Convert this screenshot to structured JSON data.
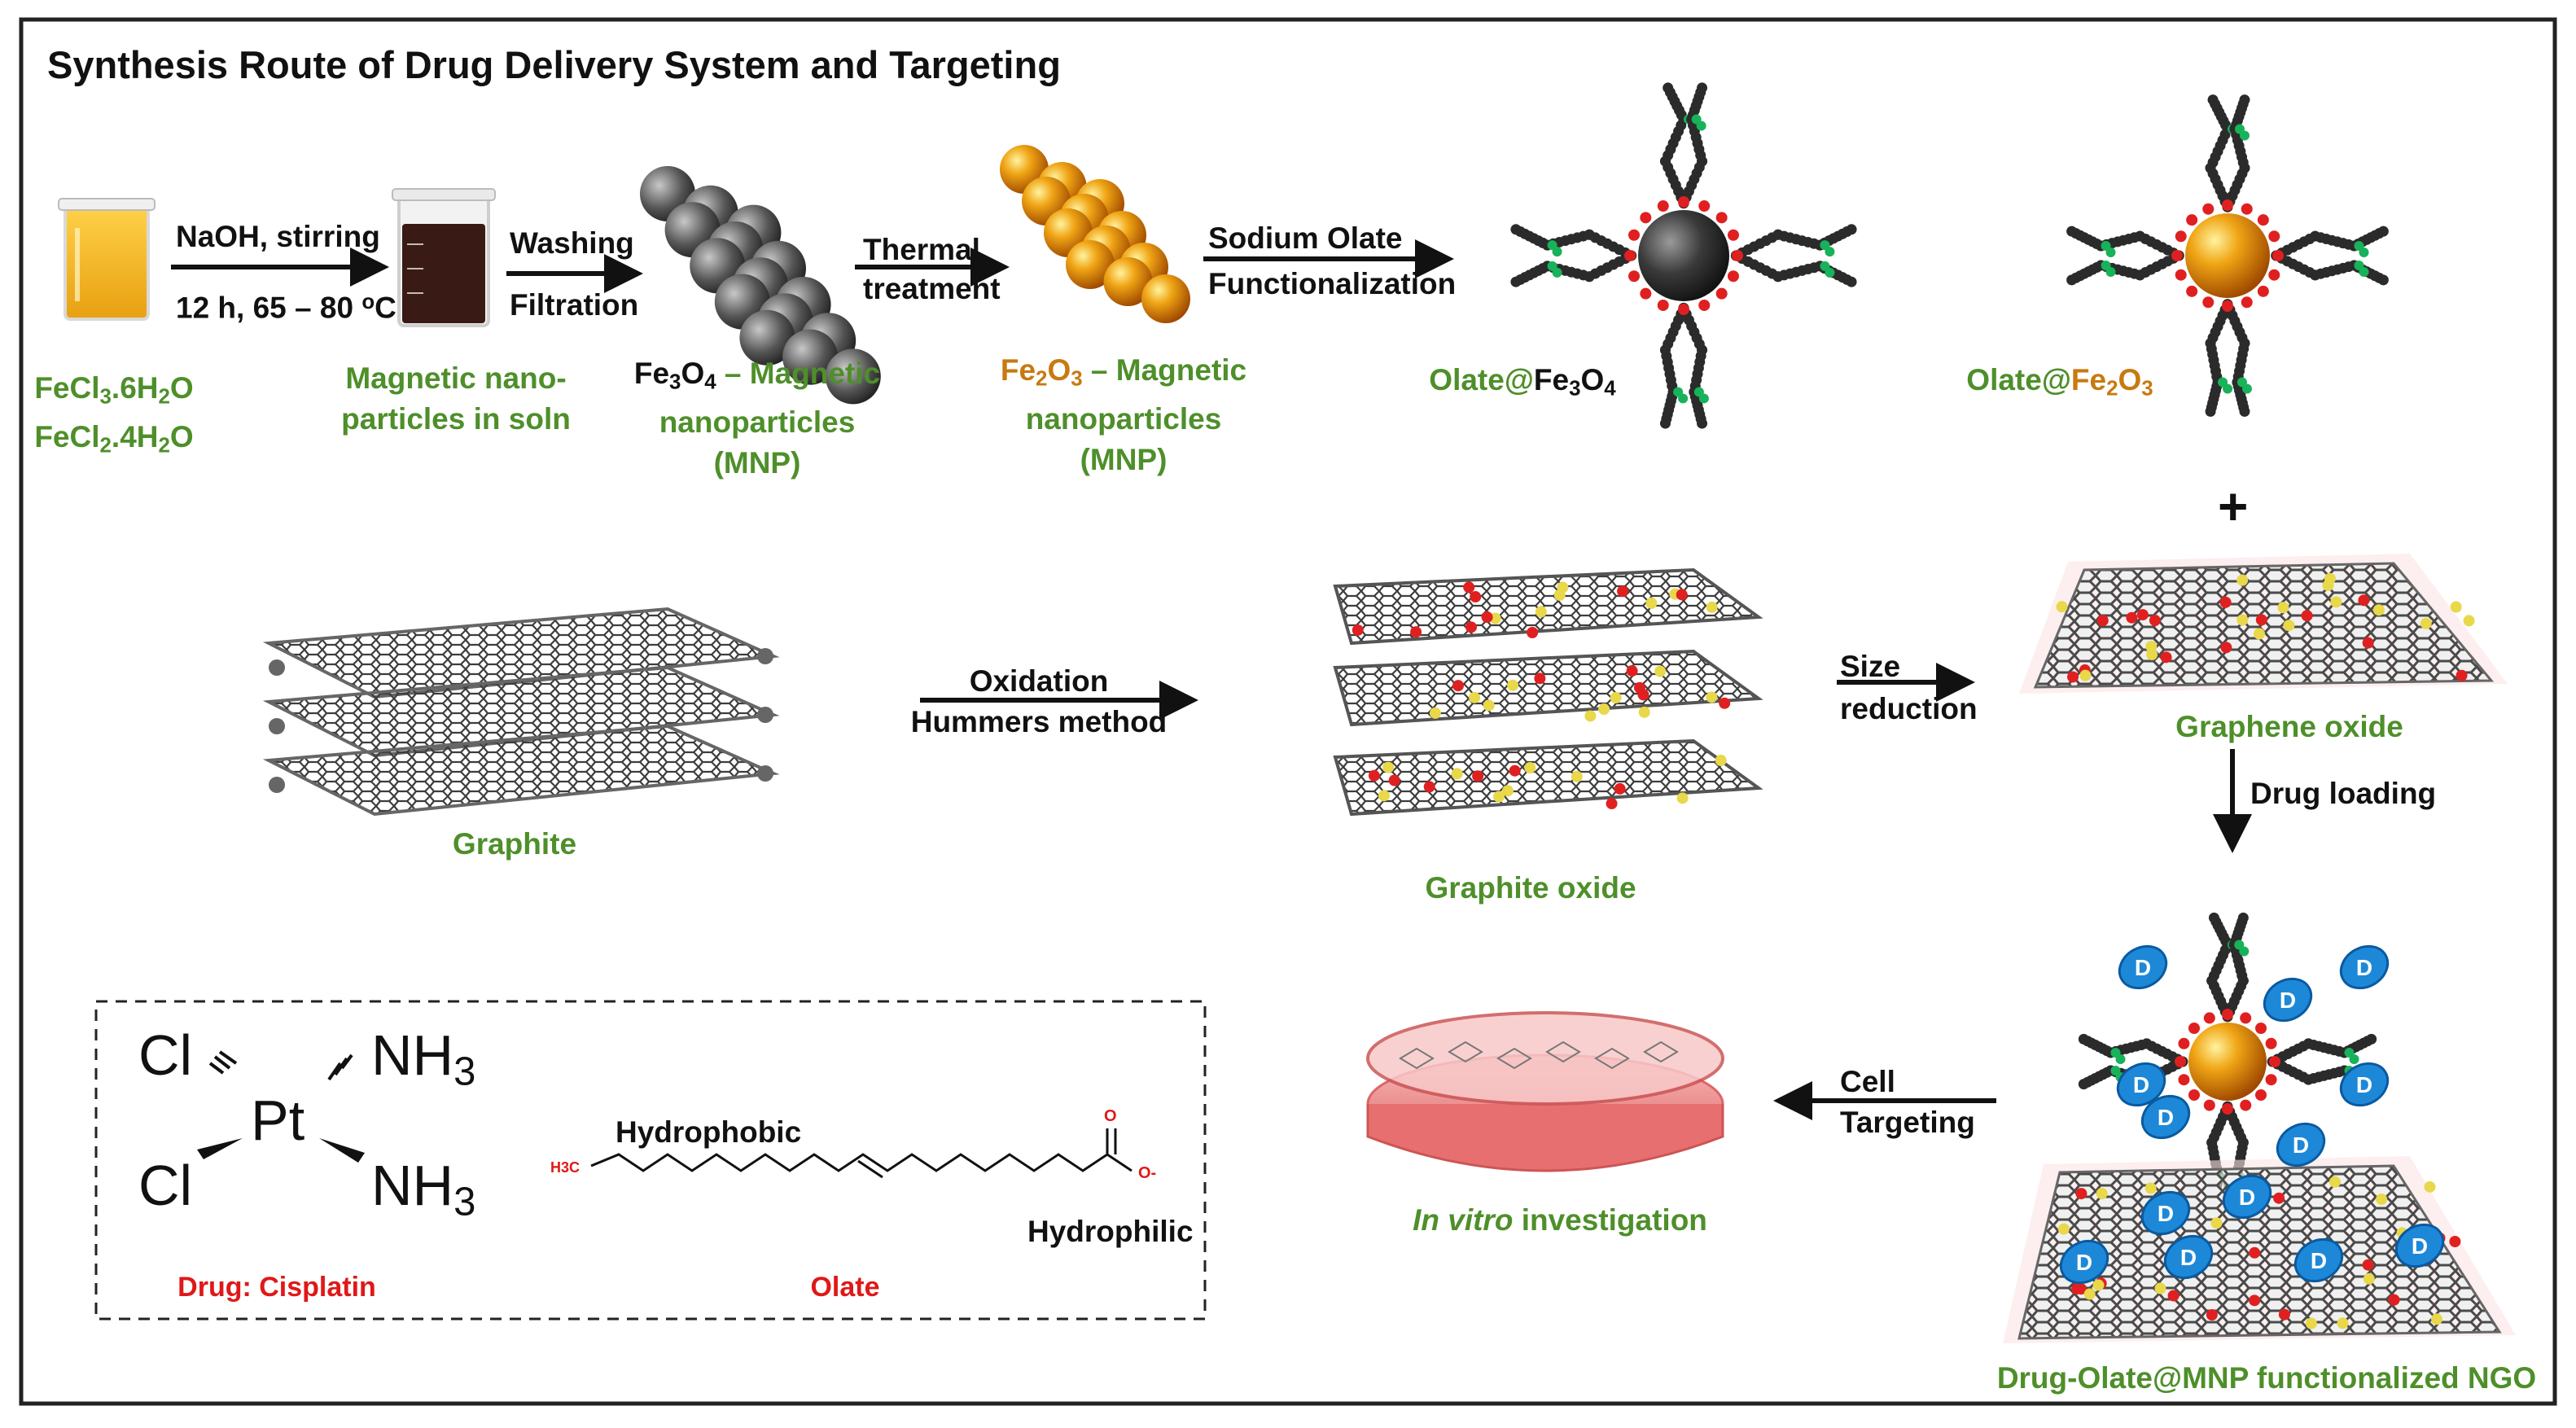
{
  "title": "Synthesis Route of Drug Delivery System and Targeting",
  "top_row": {
    "precursor": {
      "line1": {
        "pre": "FeCl",
        "sub": "3",
        "post": ".6H",
        "sub2": "2",
        "post2": "O"
      },
      "line2": {
        "pre": "FeCl",
        "sub": "2",
        "post": ".4H",
        "sub2": "2",
        "post2": "O"
      }
    },
    "step1": {
      "top": "NaOH, stirring",
      "bottom_pre": "12 h, 65 – 80 ",
      "bottom_sup": "o",
      "bottom_post": "C"
    },
    "mnp_soln": {
      "line1": "Magnetic nano-",
      "line2": "particles in soln"
    },
    "step2": {
      "top": "Washing",
      "bottom": "Filtration"
    },
    "fe3o4": {
      "formula_pre": "Fe",
      "sub1": "3",
      "mid": "O",
      "sub2": "4",
      "rest": " – Magnetic",
      "line2": "nanoparticles",
      "line3": "(MNP)"
    },
    "step3": {
      "top": "Thermal",
      "bottom": "treatment"
    },
    "fe2o3": {
      "formula_pre": "Fe",
      "sub1": "2",
      "mid": "O",
      "sub2": "3",
      "rest": " – Magnetic",
      "line2": "nanoparticles",
      "line3": "(MNP)"
    },
    "step4": {
      "top": "Sodium Olate",
      "bottom": "Functionalization"
    },
    "olate_fe3o4": {
      "pre": "Olate@",
      "el": "Fe",
      "sub1": "3",
      "mid": "O",
      "sub2": "4"
    },
    "olate_fe2o3": {
      "pre": "Olate@",
      "el": "Fe",
      "sub1": "2",
      "mid": "O",
      "sub2": "3"
    },
    "plus": "+"
  },
  "middle_row": {
    "graphite": "Graphite",
    "step_ox": {
      "top": "Oxidation",
      "bottom": "Hummers method"
    },
    "graphite_oxide": "Graphite oxide",
    "step_size": {
      "top": "Size",
      "bottom": "reduction"
    },
    "graphene_oxide": "Graphene oxide",
    "drug_loading": "Drug loading"
  },
  "bottom_row": {
    "cisplatin": {
      "cl1": "Cl",
      "cl2": "Cl",
      "pt": "Pt",
      "nh3a": "NH",
      "nh3b": "NH",
      "sub3": "3",
      "caption": "Drug: Cisplatin"
    },
    "olate": {
      "hydrophobic": "Hydrophobic",
      "hydrophilic": "Hydrophilic",
      "caption": "Olate",
      "ch3": "H3C",
      "o_top": "O",
      "o_minus": "O-"
    },
    "cell": {
      "top": "Cell",
      "bottom": "Targeting"
    },
    "invitro": {
      "italic": "In vitro",
      "rest": " investigation"
    },
    "drug_symbol": "D",
    "final": "Drug-Olate@MNP functionalized NGO"
  },
  "colors": {
    "green": "#4e8f2a",
    "orange": "#c77a10",
    "red": "#e01818",
    "drug_blue": "#1e88d8",
    "gold": "#e39a10",
    "oxygen": "#e02020",
    "hydrogen": "#e8e070",
    "carbon": "#555555"
  }
}
